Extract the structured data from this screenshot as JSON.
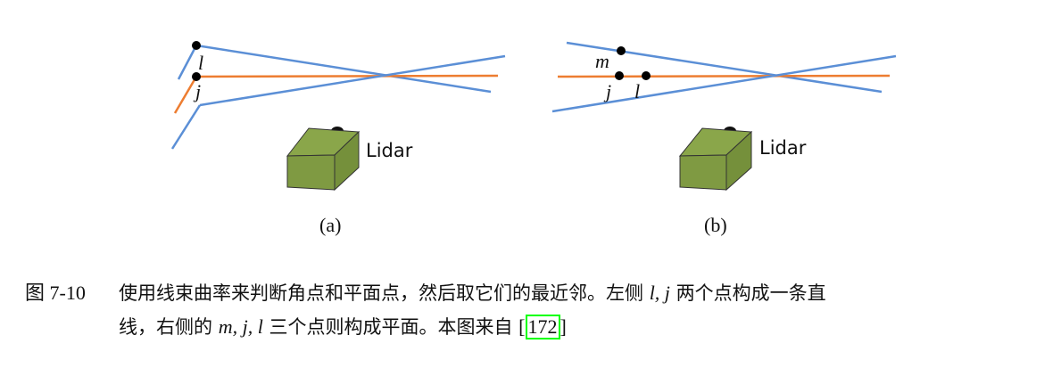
{
  "figure": {
    "subfigures": [
      {
        "id": "a",
        "label": "(a)",
        "points": [
          {
            "name": "l",
            "label": "l"
          },
          {
            "name": "j",
            "label": "j"
          }
        ],
        "sensor_label": "Lidar"
      },
      {
        "id": "b",
        "label": "(b)",
        "points": [
          {
            "name": "m",
            "label": "m"
          },
          {
            "name": "j",
            "label": "j"
          },
          {
            "name": "l",
            "label": "l"
          }
        ],
        "sensor_label": "Lidar"
      }
    ],
    "colors": {
      "scan_line_blue": "#5b8fd6",
      "scan_line_orange": "#ed7d31",
      "lidar_box_front": "#7f9a42",
      "lidar_box_top": "#8aa64a",
      "point": "#000000",
      "reference_box": "#00ff00"
    }
  },
  "caption": {
    "label": "图 7-10",
    "line1_text_a": "使用线束曲率来判断角点和平面点，然后取它们的最近邻。左侧 ",
    "line1_math": "l, j",
    "line1_text_b": " 两个点构成一条直",
    "line2_text_a": "线，右侧的 ",
    "line2_math": "m, j, l",
    "line2_text_b": " 三个点则构成平面。本图来自 ",
    "ref_open": "[",
    "ref_number": "172",
    "ref_close": "]"
  }
}
